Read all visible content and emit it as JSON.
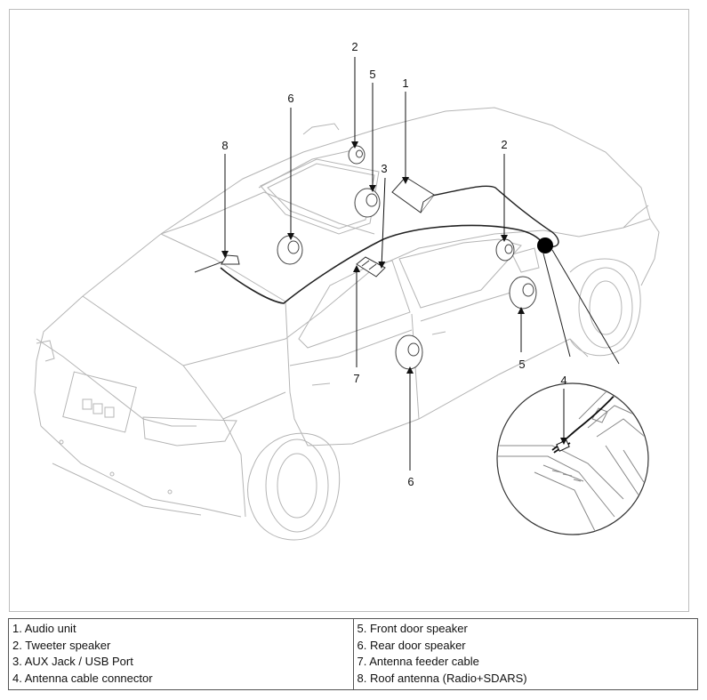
{
  "diagram": {
    "callouts": {
      "c1": "1",
      "c2a": "2",
      "c2b": "2",
      "c3": "3",
      "c4": "4",
      "c5a": "5",
      "c5b": "5",
      "c6a": "6",
      "c6b": "6",
      "c7": "7",
      "c8": "8"
    }
  },
  "legend": {
    "left": [
      "1. Audio unit",
      "2. Tweeter speaker",
      "3. AUX Jack / USB Port",
      "4. Antenna cable connector"
    ],
    "right": [
      "5. Front door speaker",
      "6. Rear door speaker",
      "7. Antenna feeder cable",
      "8. Roof antenna (Radio+SDARS)"
    ]
  }
}
